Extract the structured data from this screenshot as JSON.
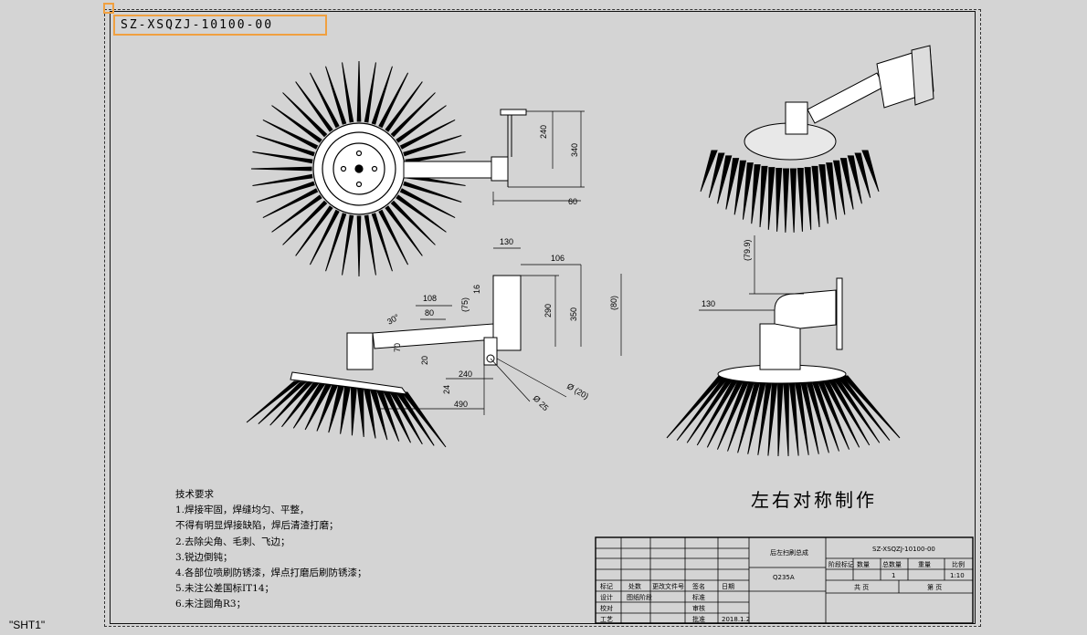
{
  "drawing": {
    "number": "SZ-XSQZJ-10100-00",
    "symmetry_note": "左右对称制作",
    "sheet_tab": "\"SHT1\""
  },
  "notes": {
    "title": "技术要求",
    "lines": [
      "1.焊接牢固，焊缝均匀、平整，",
      "不得有明显焊接缺陷，焊后清渣打磨；",
      "2.去除尖角、毛刺、飞边；",
      "3.锐边倒钝；",
      "4.各部位喷刷防锈漆，焊点打磨后刷防锈漆；",
      "5.未注公差国标IT14；",
      "6.未注圆角R3；"
    ]
  },
  "dimensions": {
    "top_view": [
      "240",
      "340",
      "60"
    ],
    "front_view": [
      "130",
      "106",
      "16",
      "108",
      "80",
      "(75)",
      "290",
      "350",
      "(80)",
      "70",
      "20",
      "240",
      "24",
      "490",
      "30°",
      "Ø (20)",
      "Ø 25"
    ],
    "side_view": [
      "(79.9)",
      "130"
    ]
  },
  "title_block": {
    "part_name": "后左扫刷总成",
    "material": "Q235A",
    "code": "SZ-XSQZJ-10100-00",
    "stage_label": "阶段标记",
    "weight_label": "重量",
    "scale_label": "比例",
    "scale": "1:10",
    "quantity_label": "数量",
    "total_qty_label": "总数量",
    "quantity": "1",
    "sheets": "共  页",
    "sheet_no": "第  页",
    "rev_headers": [
      "标记",
      "处数",
      "更改文件号",
      "签名",
      "日期"
    ],
    "roles": [
      "标准",
      "设计",
      "审核",
      "校对",
      "工艺",
      "批准",
      "日期"
    ],
    "designer": "图纸阶段",
    "date": "2018.1.2"
  }
}
